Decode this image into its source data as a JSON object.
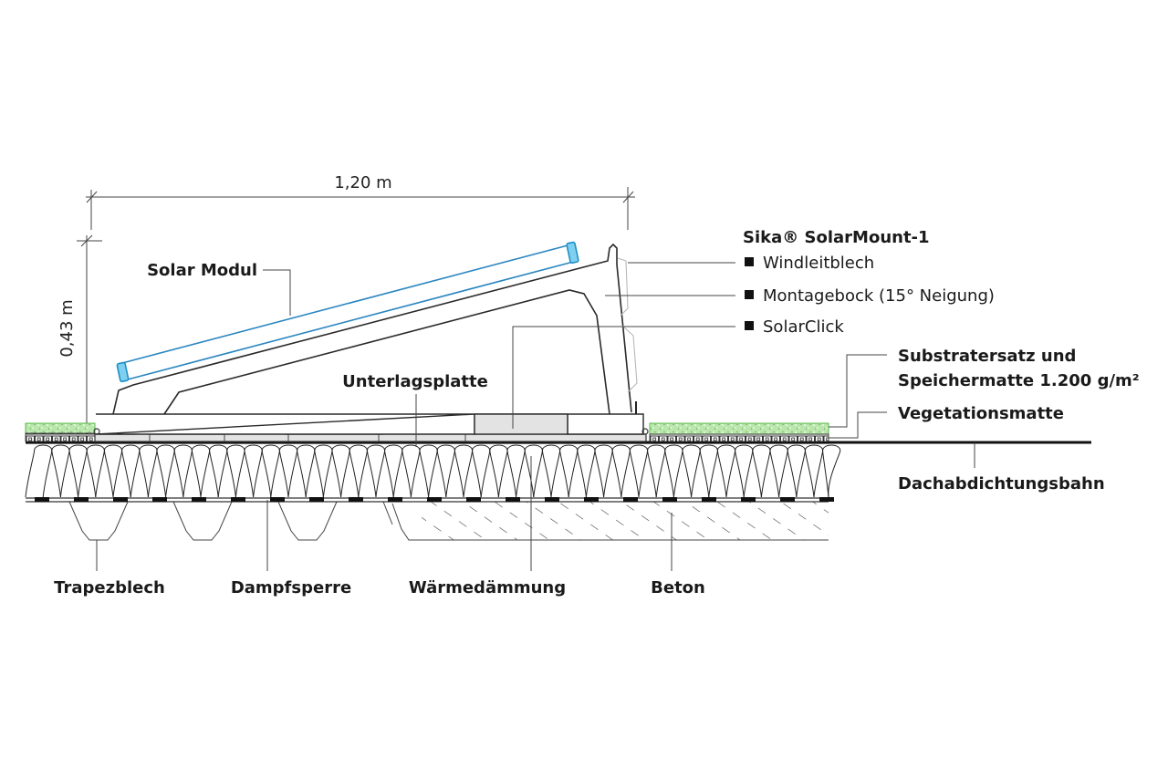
{
  "diagram": {
    "title": "Sika® SolarMount-1",
    "dimensions": {
      "width_label": "1,20 m",
      "height_label": "0,43 m"
    },
    "product_components": [
      {
        "label": "Windleitblech"
      },
      {
        "label": "Montagebock (15° Neigung)"
      },
      {
        "label": "SolarClick"
      }
    ],
    "labels": {
      "solar_modul": "Solar Modul",
      "unterlagsplatte": "Unterlagsplatte",
      "substrat_line1": "Substratersatz und",
      "substrat_line2": "Speichermatte 1.200 g/m²",
      "vegetationsmatte": "Vegetationsmatte",
      "dachabdichtungsbahn": "Dachabdichtungsbahn",
      "trapezblech": "Trapezblech",
      "dampfsperre": "Dampfsperre",
      "waermedaemmung": "Wärmedämmung",
      "beton": "Beton"
    },
    "colors": {
      "panel": "#2a86c0",
      "clamp": "#7fd0f0",
      "vegetation": "#a9dd9a",
      "pad_fill": "#e3e3e3"
    }
  }
}
